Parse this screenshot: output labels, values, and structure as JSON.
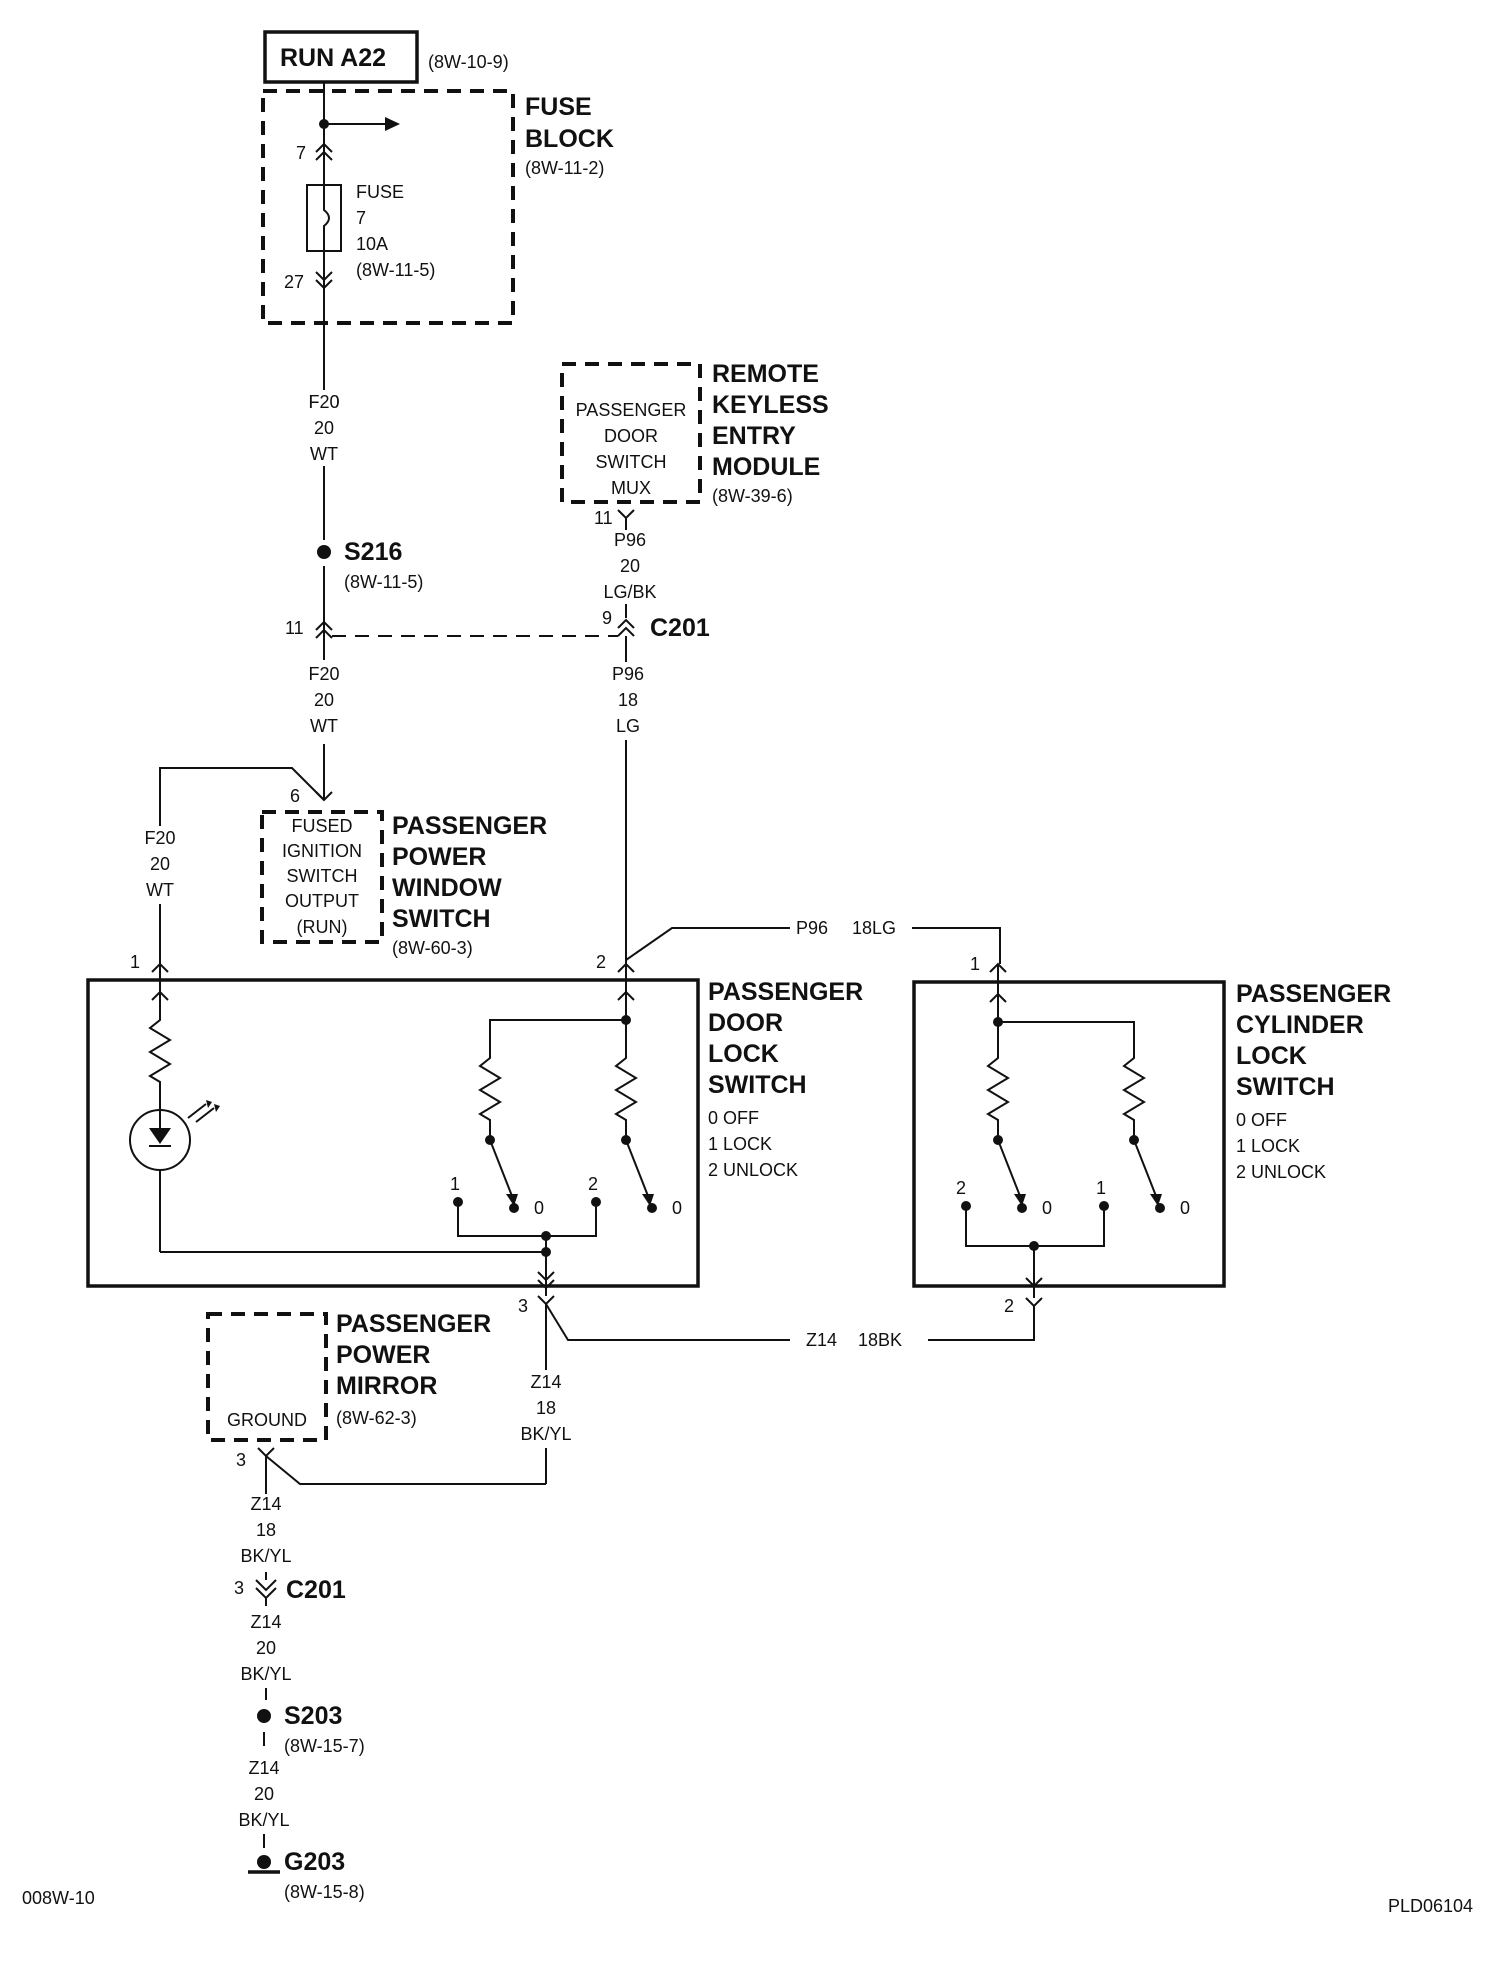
{
  "run": {
    "label": "RUN A22",
    "ref": "(8W-10-9)"
  },
  "fuse_block": {
    "title_1": "FUSE",
    "title_2": "BLOCK",
    "ref": "(8W-11-2)",
    "pin_top": "7",
    "pin_bottom": "27",
    "fuse": {
      "name": "FUSE",
      "number": "7",
      "rating": "10A",
      "ref": "(8W-11-5)"
    }
  },
  "wire_f20_a": {
    "circuit": "F20",
    "gauge": "20",
    "color": "WT"
  },
  "s216": {
    "name": "S216",
    "ref": "(8W-11-5)"
  },
  "rke": {
    "title_1": "REMOTE",
    "title_2": "KEYLESS",
    "title_3": "ENTRY",
    "title_4": "MODULE",
    "ref": "(8W-39-6)",
    "inner_1": "PASSENGER",
    "inner_2": "DOOR",
    "inner_3": "SWITCH",
    "inner_4": "MUX",
    "pin": "11"
  },
  "wire_p96_a": {
    "circuit": "P96",
    "gauge": "20",
    "color": "LG/BK"
  },
  "c201_top": {
    "name": "C201",
    "pin_left": "11",
    "pin_right": "9"
  },
  "wire_f20_b": {
    "circuit": "F20",
    "gauge": "20",
    "color": "WT"
  },
  "wire_p96_b": {
    "circuit": "P96",
    "gauge": "18",
    "color": "LG"
  },
  "ppw": {
    "title_1": "PASSENGER",
    "title_2": "POWER",
    "title_3": "WINDOW",
    "title_4": "SWITCH",
    "ref": "(8W-60-3)",
    "inner_1": "FUSED",
    "inner_2": "IGNITION",
    "inner_3": "SWITCH",
    "inner_4": "OUTPUT",
    "inner_5": "(RUN)",
    "pin": "6"
  },
  "wire_f20_c": {
    "circuit": "F20",
    "gauge": "20",
    "color": "WT"
  },
  "wire_p96_c": {
    "circuit": "P96",
    "gauge": "18LG"
  },
  "pdls": {
    "title_1": "PASSENGER",
    "title_2": "DOOR",
    "title_3": "LOCK",
    "title_4": "SWITCH",
    "state_0": "0 OFF",
    "state_1": "1 LOCK",
    "state_2": "2 UNLOCK",
    "pin_1": "1",
    "pin_2": "2",
    "pin_3": "3",
    "pos_1": "1",
    "pos_0a": "0",
    "pos_2": "2",
    "pos_0b": "0"
  },
  "pcls": {
    "title_1": "PASSENGER",
    "title_2": "CYLINDER",
    "title_3": "LOCK",
    "title_4": "SWITCH",
    "state_0": "0 OFF",
    "state_1": "1 LOCK",
    "state_2": "2 UNLOCK",
    "pin_1": "1",
    "pin_2": "2",
    "pos_2": "2",
    "pos_0a": "0",
    "pos_1": "1",
    "pos_0b": "0"
  },
  "wire_z14_a": {
    "circuit": "Z14",
    "gauge": "18BK"
  },
  "ppm": {
    "title_1": "PASSENGER",
    "title_2": "POWER",
    "title_3": "MIRROR",
    "ref": "(8W-62-3)",
    "inner": "GROUND",
    "pin": "3"
  },
  "wire_z14_b": {
    "circuit": "Z14",
    "gauge": "18",
    "color": "BK/YL"
  },
  "wire_z14_c": {
    "circuit": "Z14",
    "gauge": "18",
    "color": "BK/YL"
  },
  "c201_bottom": {
    "name": "C201",
    "pin": "3"
  },
  "wire_z14_d": {
    "circuit": "Z14",
    "gauge": "20",
    "color": "BK/YL"
  },
  "s203": {
    "name": "S203",
    "ref": "(8W-15-7)"
  },
  "wire_z14_e": {
    "circuit": "Z14",
    "gauge": "20",
    "color": "BK/YL"
  },
  "g203": {
    "name": "G203",
    "ref": "(8W-15-8)"
  },
  "footer": {
    "left": "008W-10",
    "right": "PLD06104"
  }
}
